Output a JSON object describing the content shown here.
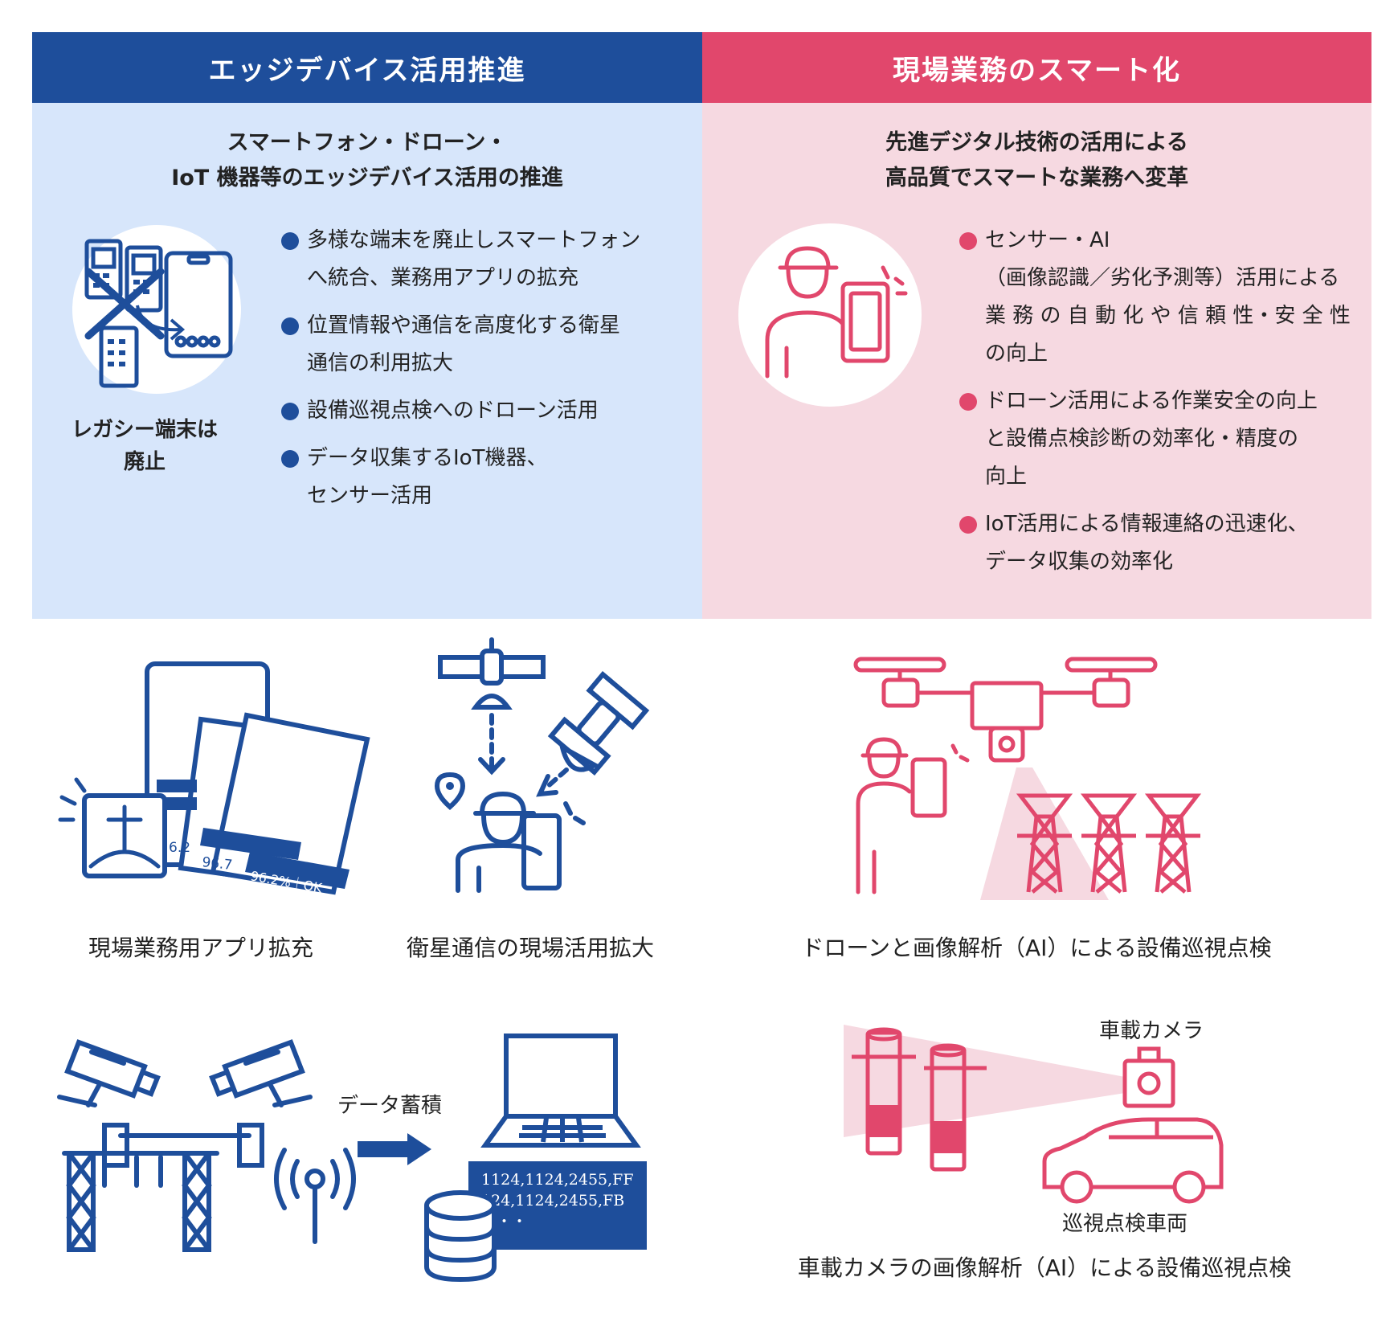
{
  "left": {
    "header": "エッジデバイス活用推進",
    "subtitle": [
      "スマートフォン・ドローン・",
      "IoT 機器等のエッジデバイス活用の推進"
    ],
    "legacy_caption": [
      "レガシー端末は",
      "廃止"
    ],
    "bullets": [
      [
        "多様な端末を廃止しスマートフォン",
        "へ統合、業務用アプリの拡充"
      ],
      [
        "位置情報や通信を高度化する衛星",
        "通信の利用拡大"
      ],
      [
        "設備巡視点検へのドローン活用"
      ],
      [
        "データ収集するIoT機器、",
        "センサー活用"
      ]
    ]
  },
  "right": {
    "header": "現場業務のスマート化",
    "subtitle": [
      "先進デジタル技術の活用による",
      "高品質でスマートな業務へ変革"
    ],
    "bullets": [
      [
        "センサー・AI",
        "（画像認識／劣化予測等）活用による",
        "業 務 の 自 動 化 や 信 頼 性・安 全 性",
        "の向上"
      ],
      [
        "ドローン活用による作業安全の向上",
        "と設備点検診断の効率化・精度の",
        "向上"
      ],
      [
        "IoT活用による情報連絡の迅速化、",
        "データ収集の効率化"
      ]
    ]
  },
  "captions": {
    "app": "現場業務用アプリ拡充",
    "satellite": "衛星通信の現場活用拡大",
    "drone": "ドローンと画像解析（AI）による設備巡視点検",
    "vehicle": "車載カメラの画像解析（AI）による設備巡視点検"
  },
  "phone_values": [
    "6.2",
    "96.7",
    "96.2%｜OK"
  ],
  "iot": {
    "arrow_label": "データ蓄積",
    "data_lines": [
      "1124,1124,2455,FF",
      "124,1124,2455,FB",
      "・・・"
    ]
  },
  "vehicle_labels": {
    "camera": "車載カメラ",
    "car": "巡視点検車両"
  },
  "colors": {
    "blue": "#1e4e9b",
    "pink": "#e1476c",
    "blue_bg": "#d7e6fb",
    "pink_bg": "#f6d9e1"
  },
  "icons": [
    "legacy-phones-icon",
    "smartphone-icon",
    "worker-phone-icon",
    "app-screens-icon",
    "satellite-icon",
    "location-pin-icon",
    "drone-icon",
    "pylon-icon",
    "security-camera-icon",
    "antenna-icon",
    "laptop-icon",
    "database-icon",
    "car-icon",
    "vehicle-camera-icon"
  ]
}
